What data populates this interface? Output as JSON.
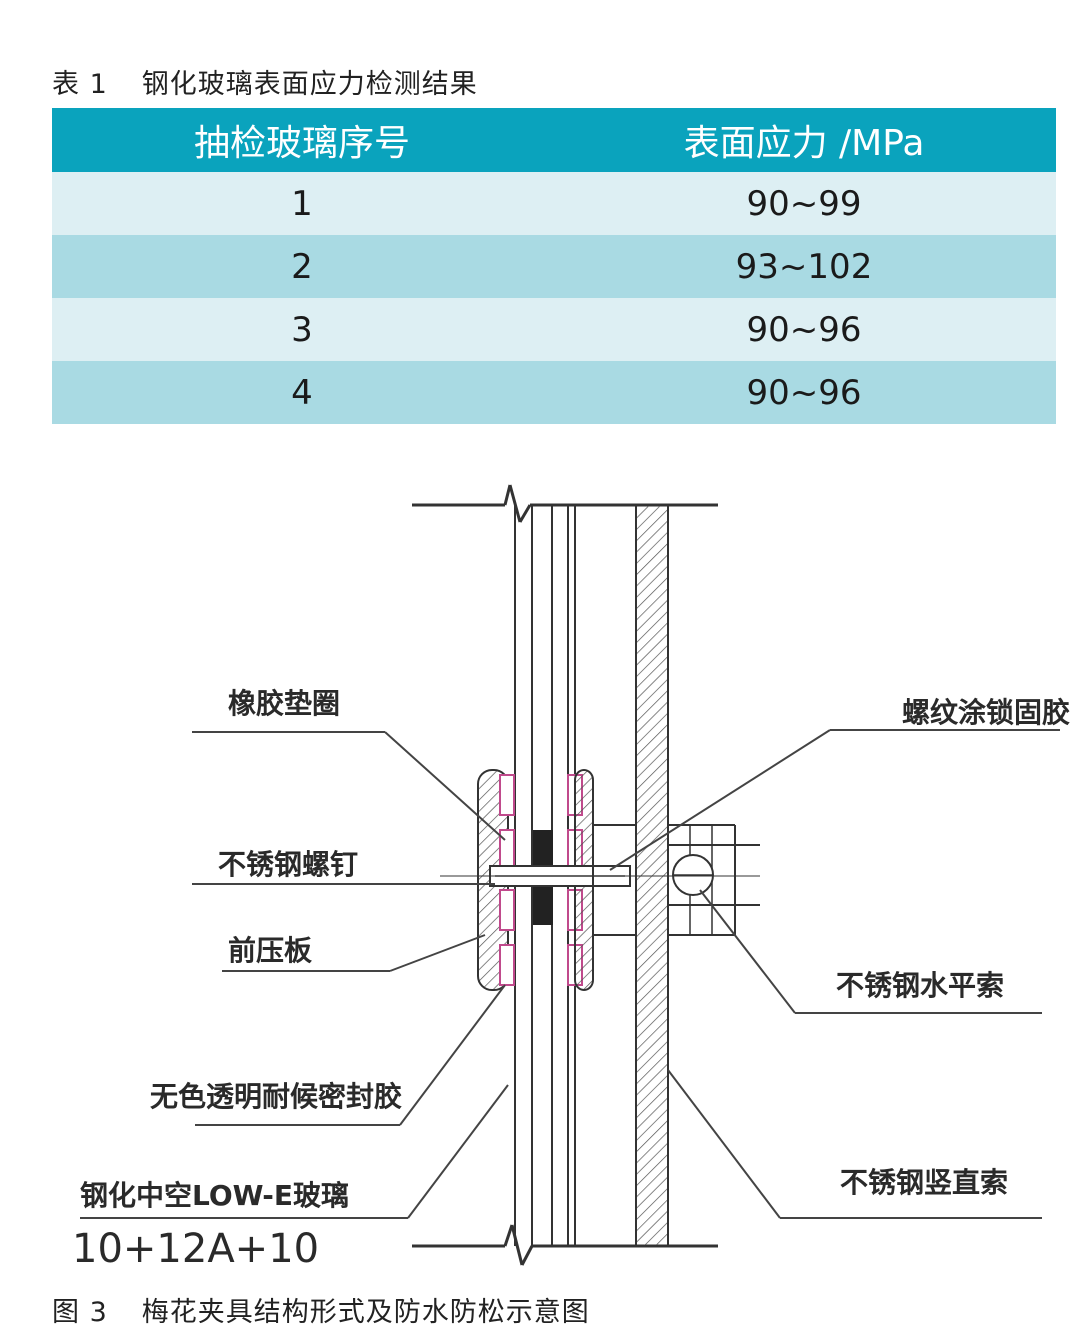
{
  "table": {
    "caption_number": "表 1",
    "caption_title": "钢化玻璃表面应力检测结果",
    "headers": [
      "抽检玻璃序号",
      "表面应力 /MPa"
    ],
    "rows": [
      [
        "1",
        "90~99"
      ],
      [
        "2",
        "93~102"
      ],
      [
        "3",
        "90~96"
      ],
      [
        "4",
        "90~96"
      ]
    ],
    "colors": {
      "header": "#0aa3bd",
      "row_light": "#ddeff3",
      "row_dark": "#a9dae3"
    }
  },
  "figure": {
    "caption_number": "图 3",
    "caption_title": "梅花夹具结构形式及防水防松示意图",
    "labels": {
      "rubber_gasket": "橡胶垫圈",
      "stainless_screw": "不锈钢螺钉",
      "front_plate": "前压板",
      "sealant": "无色透明耐候密封胶",
      "glass_line1": "钢化中空LOW-E玻璃",
      "glass_line2": "10+12A+10",
      "thread_glue": "螺纹涂锁固胶",
      "horizontal_cable": "不锈钢水平索",
      "vertical_cable": "不锈钢竖直索"
    }
  }
}
